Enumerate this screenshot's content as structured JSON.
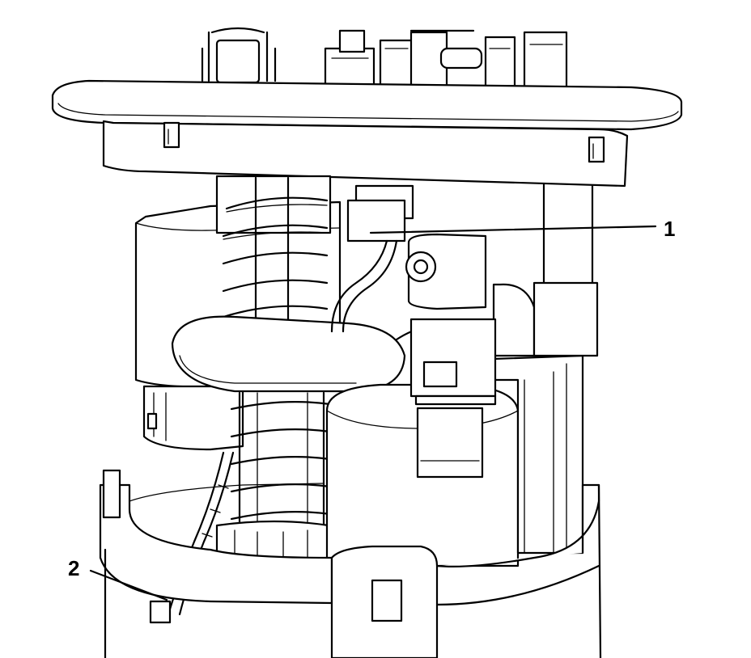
{
  "callouts": [
    {
      "id": "1",
      "label": "1"
    },
    {
      "id": "2",
      "label": "2"
    }
  ],
  "colors": {
    "stroke": "#000000",
    "background": "#ffffff"
  }
}
